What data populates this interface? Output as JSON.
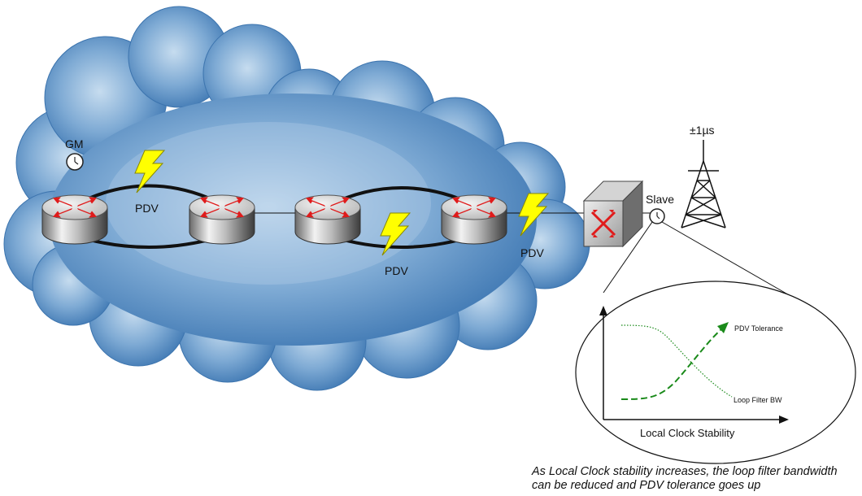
{
  "labels": {
    "gm": "GM",
    "pdv_1": "PDV",
    "pdv_2": "PDV",
    "pdv_3": "PDV",
    "slave": "Slave",
    "accuracy": "±1µs"
  },
  "chart": {
    "series_pdv": "PDV Tolerance",
    "series_loop": "Loop Filter BW",
    "xlabel": "Local Clock Stability"
  },
  "caption": {
    "line1": "As Local Clock stability increases, the loop filter bandwidth",
    "line2": "can be reduced and PDV tolerance goes up"
  },
  "colors": {
    "cloud": "#5b8fc2",
    "cloud_light": "#a9c7e3",
    "router_cap": "#c8c8c8",
    "arrow": "#e01b1b",
    "lightning": "#ffff00",
    "curve": "#1a8a1a"
  }
}
